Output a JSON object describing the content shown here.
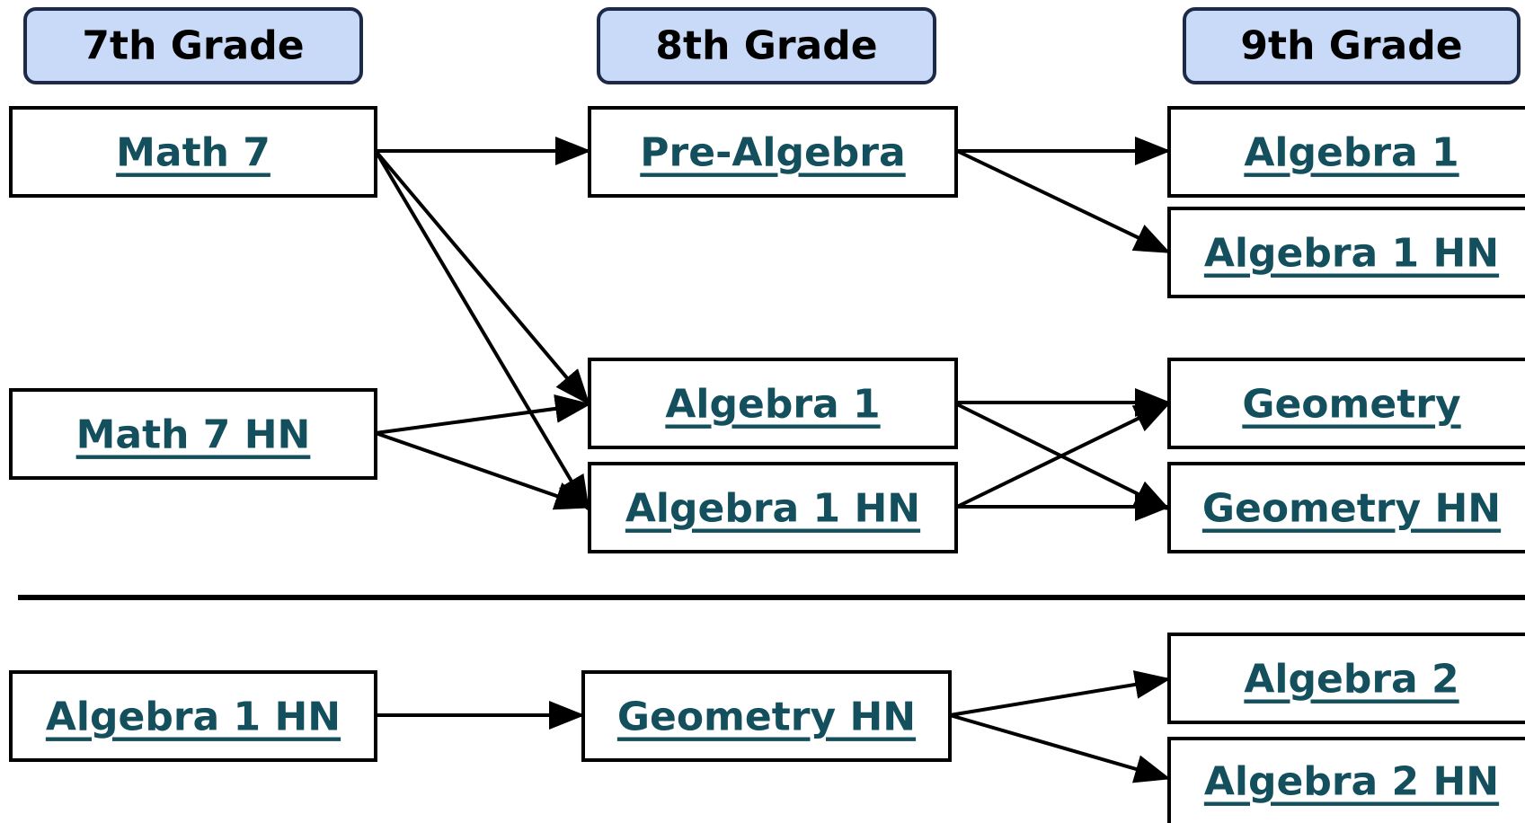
{
  "headers": {
    "grade7": "7th Grade",
    "grade8": "8th Grade",
    "grade9": "9th Grade"
  },
  "courses": {
    "math7": "Math 7",
    "math7hn": "Math 7 HN",
    "prealgebra": "Pre-Algebra",
    "alg1_g8": "Algebra 1",
    "alg1hn_g8": "Algebra 1 HN",
    "alg1_g9": "Algebra 1",
    "alg1hn_g9": "Algebra 1 HN",
    "geometry_g9": "Geometry",
    "geometryhn_g9": "Geometry HN",
    "alg1hn_g7": "Algebra 1 HN",
    "geometryhn_g8": "Geometry HN",
    "alg2_g9": "Algebra 2",
    "alg2hn_g9": "Algebra 2 HN"
  },
  "colors": {
    "header_fill": "#c9daf8",
    "header_border": "#1c2a48",
    "link_text": "#134f5c",
    "line": "#000000"
  }
}
